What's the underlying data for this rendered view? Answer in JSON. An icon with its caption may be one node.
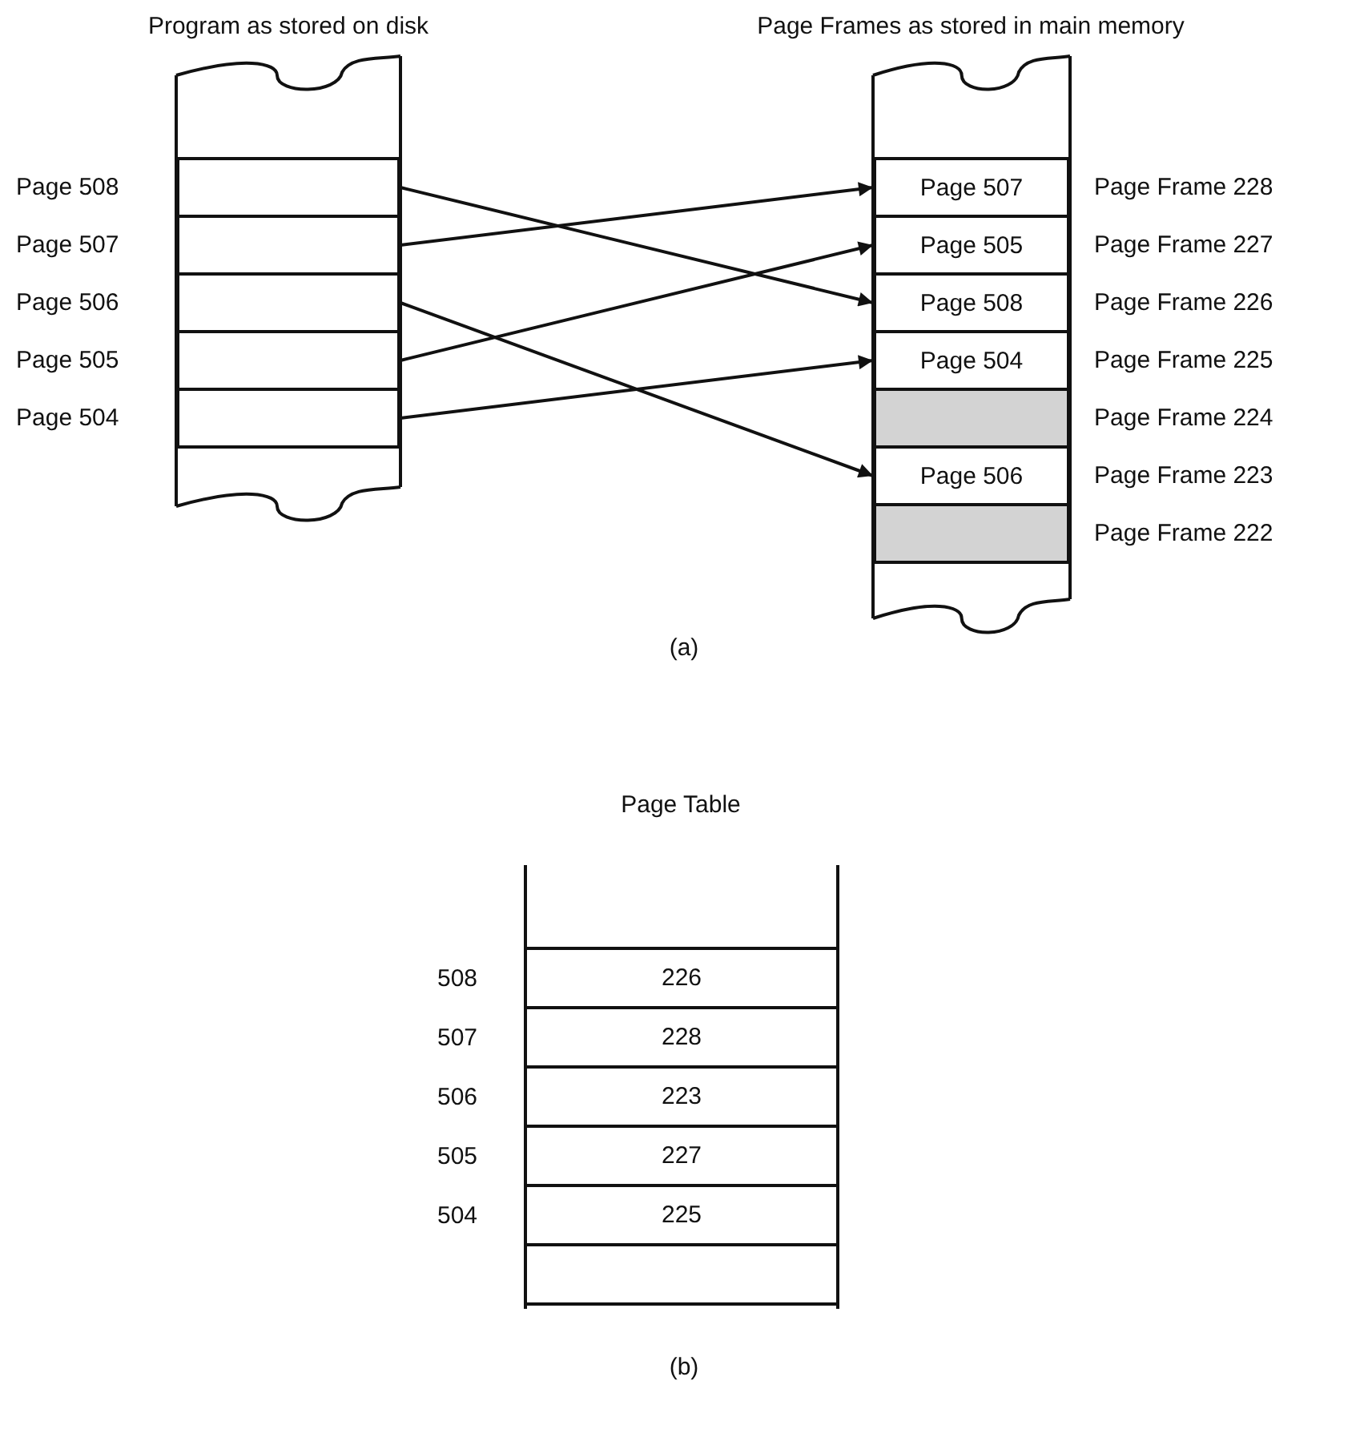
{
  "diagram": {
    "nodes": [
      {
        "text": [
          "Program as stored on disk"
        ]
      },
      {
        "text": [],
        "shape": "box",
        "beside": [
          "Page 508"
        ],
        "in": 0
      },
      {
        "text": [],
        "shape": "box",
        "beside": [
          "Page 507"
        ],
        "in": 0
      },
      {
        "text": [],
        "shape": "box",
        "beside": [
          "Page 506"
        ],
        "in": 0
      },
      {
        "text": [],
        "shape": "box",
        "beside": [
          "Page 505"
        ],
        "in": 0
      },
      {
        "text": [],
        "shape": "box",
        "beside": [
          "Page 504"
        ],
        "in": 0
      },
      {
        "text": [
          "Page Frames as stored in main memory"
        ]
      },
      {
        "text": [
          "Page 507"
        ],
        "beside": [
          "Page Frame 228"
        ],
        "in": 6
      },
      {
        "text": [
          "Page 505"
        ],
        "beside": [
          "Page Frame 227"
        ],
        "in": 6
      },
      {
        "text": [
          "Page 508"
        ],
        "beside": [
          "Page Frame 226"
        ],
        "in": 6
      },
      {
        "text": [
          "Page 504"
        ],
        "beside": [
          "Page Frame 225"
        ],
        "in": 6
      },
      {
        "text": [],
        "shape": "box",
        "beside": [
          "Page Frame 224"
        ],
        "in": 6
      },
      {
        "text": [
          "Page 506"
        ],
        "beside": [
          "Page Frame 223"
        ],
        "in": 6
      },
      {
        "text": [],
        "shape": "box",
        "beside": [
          "Page Frame 222"
        ],
        "in": 6
      },
      {
        "text": [
          "Page Table"
        ]
      },
      {
        "text": [
          "226"
        ],
        "beside": [
          "508"
        ],
        "in": 14
      },
      {
        "text": [
          "228"
        ],
        "beside": [
          "507"
        ],
        "in": 14
      },
      {
        "text": [
          "223"
        ],
        "beside": [
          "506"
        ],
        "in": 14
      },
      {
        "text": [
          "227"
        ],
        "beside": [
          "505"
        ],
        "in": 14
      },
      {
        "text": [
          "225"
        ],
        "beside": [
          "504"
        ],
        "in": 14
      },
      {
        "text": [],
        "shape": "box",
        "in": 14
      }
    ],
    "edges": [
      {
        "from": 1,
        "to": 9,
        "arrow": "to"
      },
      {
        "from": 2,
        "to": 7,
        "arrow": "to"
      },
      {
        "from": 3,
        "to": 12,
        "arrow": "to"
      },
      {
        "from": 4,
        "to": 8,
        "arrow": "to"
      },
      {
        "from": 5,
        "to": 10,
        "arrow": "to"
      }
    ],
    "labels": [
      "(a)",
      "(b)"
    ]
  }
}
